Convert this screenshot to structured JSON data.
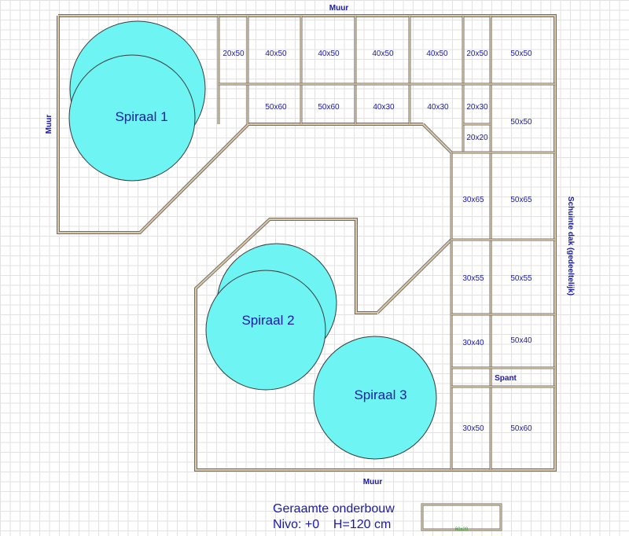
{
  "walls": {
    "top": "Muur",
    "left": "Muur",
    "bottom": "Muur",
    "right": "Schuinte dak (gedeeltelijk)"
  },
  "cells": {
    "c1": "20x50",
    "c2": "40x50",
    "c3": "40x50",
    "c4": "40x50",
    "c5": "40x50",
    "c6": "20x50",
    "c7": "50x50",
    "c8": "50x60",
    "c9": "50x60",
    "c10": "40x30",
    "c11": "40x30",
    "c12": "20x30",
    "c13": "20x20",
    "c14": "50x50",
    "c15": "30x65",
    "c16": "50x65",
    "c17": "30x55",
    "c18": "50x55",
    "c19": "30x40",
    "c20": "50x40",
    "spant": "Spant",
    "c21": "30x50",
    "c22": "50x60"
  },
  "spirals": {
    "s1": "Spiraal 1",
    "s2": "Spiraal 2",
    "s3": "Spiraal 3"
  },
  "caption": {
    "line1": "Geraamte onderbouw",
    "line2": "Nivo: +0    H=120 cm",
    "legend_value": "60x20"
  },
  "colors": {
    "spiral_fill": "#6ff4f4",
    "label_text": "#1a1aa6"
  }
}
